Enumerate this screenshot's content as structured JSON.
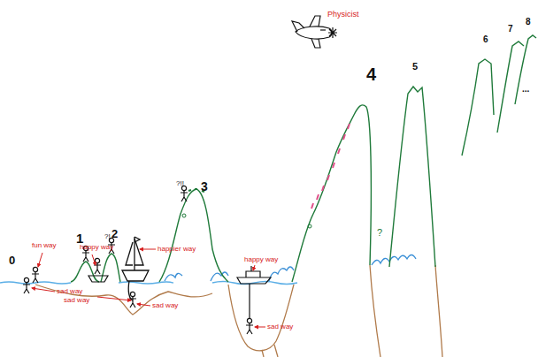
{
  "diagram": {
    "labels": [
      "0",
      "fun way",
      "sad way",
      "1",
      "happy way",
      "sad way",
      "2",
      "?!",
      "happier way",
      "sad way",
      "3",
      "?!!",
      "happy way",
      "sad way",
      "4",
      "?",
      "5",
      "6",
      "7",
      "8",
      "...",
      "Physicist"
    ]
  }
}
